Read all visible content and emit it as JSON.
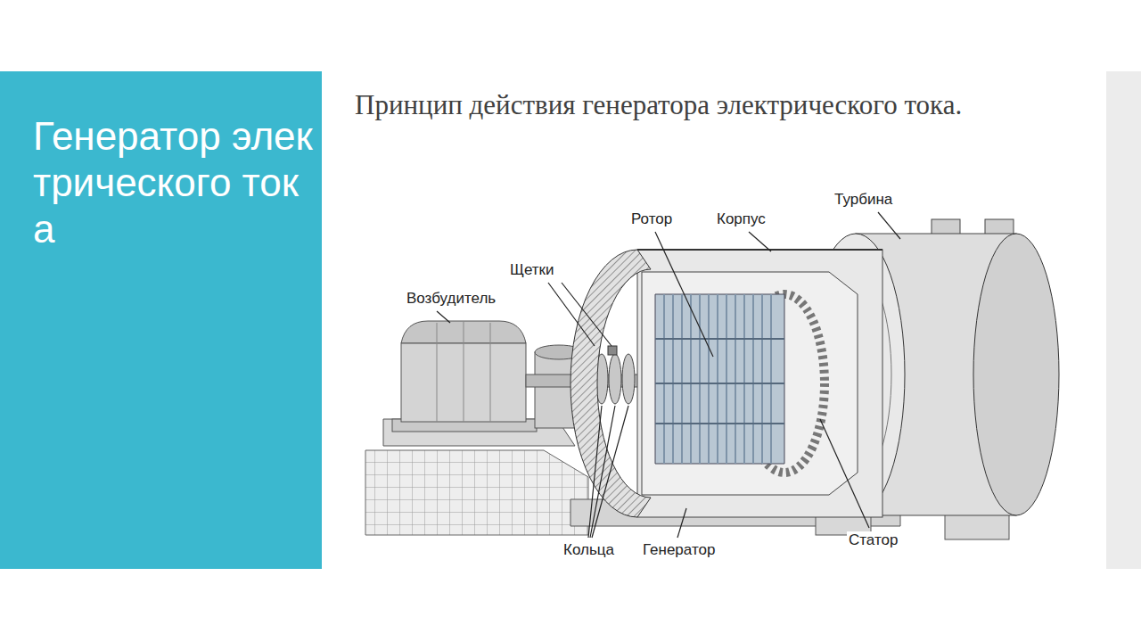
{
  "diagram": {
    "title": "Генератор электрического тока",
    "caption": "Принцип действия генератора электрического тока.",
    "labels": [
      "Ротор",
      "Корпус",
      "Турбина",
      "Щетки",
      "Возбудитель",
      "Кольца",
      "Генератор",
      "Статор"
    ]
  }
}
